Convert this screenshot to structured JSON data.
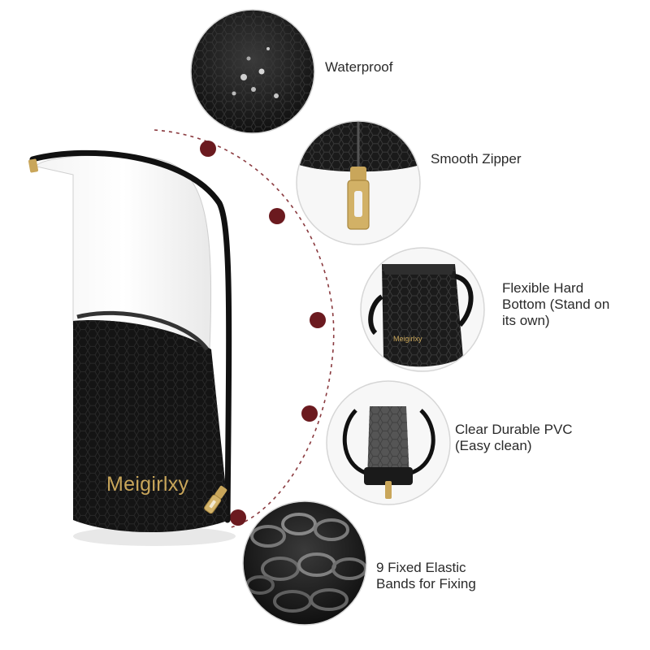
{
  "product": {
    "brand": "Meigirlxy",
    "bag_brand_small": "Meigirlxy"
  },
  "features": [
    {
      "id": "waterproof",
      "lines": [
        "Waterproof"
      ]
    },
    {
      "id": "smooth-zipper",
      "lines": [
        "Smooth Zipper"
      ]
    },
    {
      "id": "hard-bottom",
      "lines": [
        "Flexible Hard",
        "Bottom (Stand on",
        "its own)"
      ]
    },
    {
      "id": "pvc",
      "lines": [
        "Clear Durable PVC",
        "(Easy clean)"
      ]
    },
    {
      "id": "elastic-bands",
      "lines": [
        "9 Fixed Elastic",
        "Bands for Fixing"
      ]
    }
  ],
  "colors": {
    "accent_dot": "#6b1a1f",
    "bag_black": "#141414",
    "zipper_gold": "#c9a65a",
    "label_text": "#2a2a2a"
  }
}
